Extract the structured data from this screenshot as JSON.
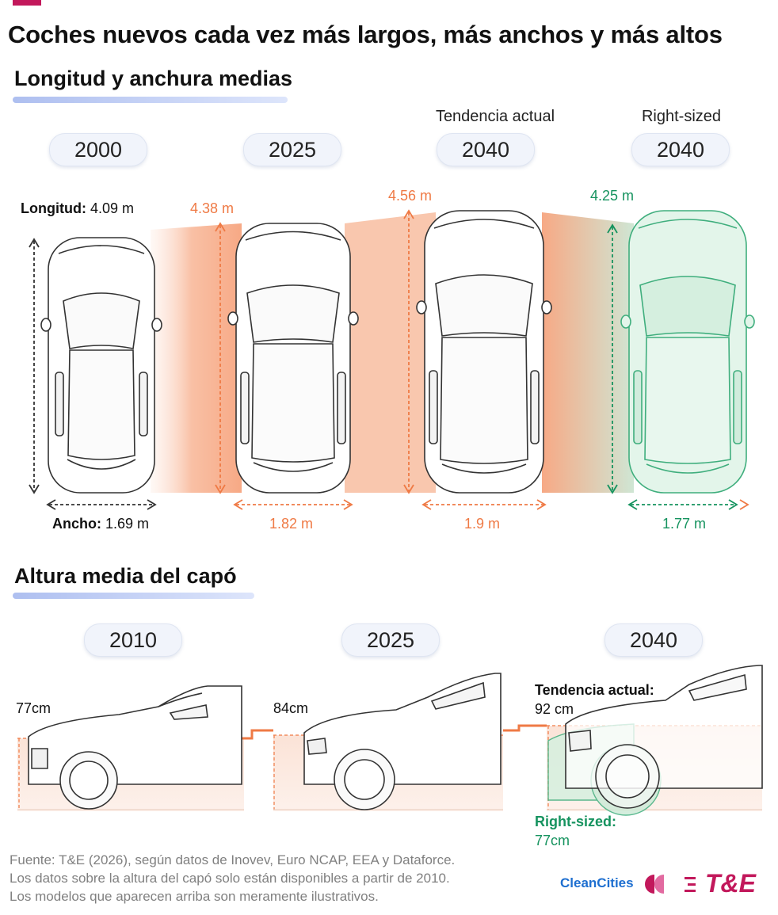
{
  "title": "Coches nuevos cada vez más largos, más anchos y más altos",
  "section1": {
    "title": "Longitud y anchura medias",
    "cars": [
      {
        "year": "2000",
        "caption": "",
        "length_label": "Longitud:",
        "length": "4.09 m",
        "width_label": "Ancho:",
        "width": "1.69 m",
        "color": "#111111"
      },
      {
        "year": "2025",
        "caption": "",
        "length_label": "",
        "length": "4.38 m",
        "width_label": "",
        "width": "1.82 m",
        "color": "#ef7a45"
      },
      {
        "year": "2040",
        "caption": "Tendencia actual",
        "length_label": "",
        "length": "4.56 m",
        "width_label": "",
        "width": "1.9 m",
        "color": "#ef7a45"
      },
      {
        "year": "2040",
        "caption": "Right-sized",
        "length_label": "",
        "length": "4.25 m",
        "width_label": "",
        "width": "1.77 m",
        "color": "#16935f"
      }
    ]
  },
  "section2": {
    "title": "Altura media del capó",
    "cars": [
      {
        "year": "2010",
        "height": "77cm"
      },
      {
        "year": "2025",
        "height": "84cm"
      },
      {
        "year": "2040",
        "trend_label": "Tendencia actual:",
        "trend_height": "92 cm",
        "right_label": "Right-sized:",
        "right_height": "77cm"
      }
    ]
  },
  "footer": [
    "Fuente: T&E (2026), según datos de Inovev, Euro NCAP, EEA y Dataforce.",
    "Los datos sobre la altura del capó solo están disponibles a partir de 2010.",
    "Los modelos que aparecen arriba son meramente ilustrativos."
  ],
  "logos": {
    "cleancities": "CleanCities",
    "te": "T&E"
  },
  "colors": {
    "accent_orange": "#ef7a45",
    "accent_green": "#16935f",
    "brand_magenta": "#c2185b",
    "cleancities_blue": "#1e6fd0"
  }
}
